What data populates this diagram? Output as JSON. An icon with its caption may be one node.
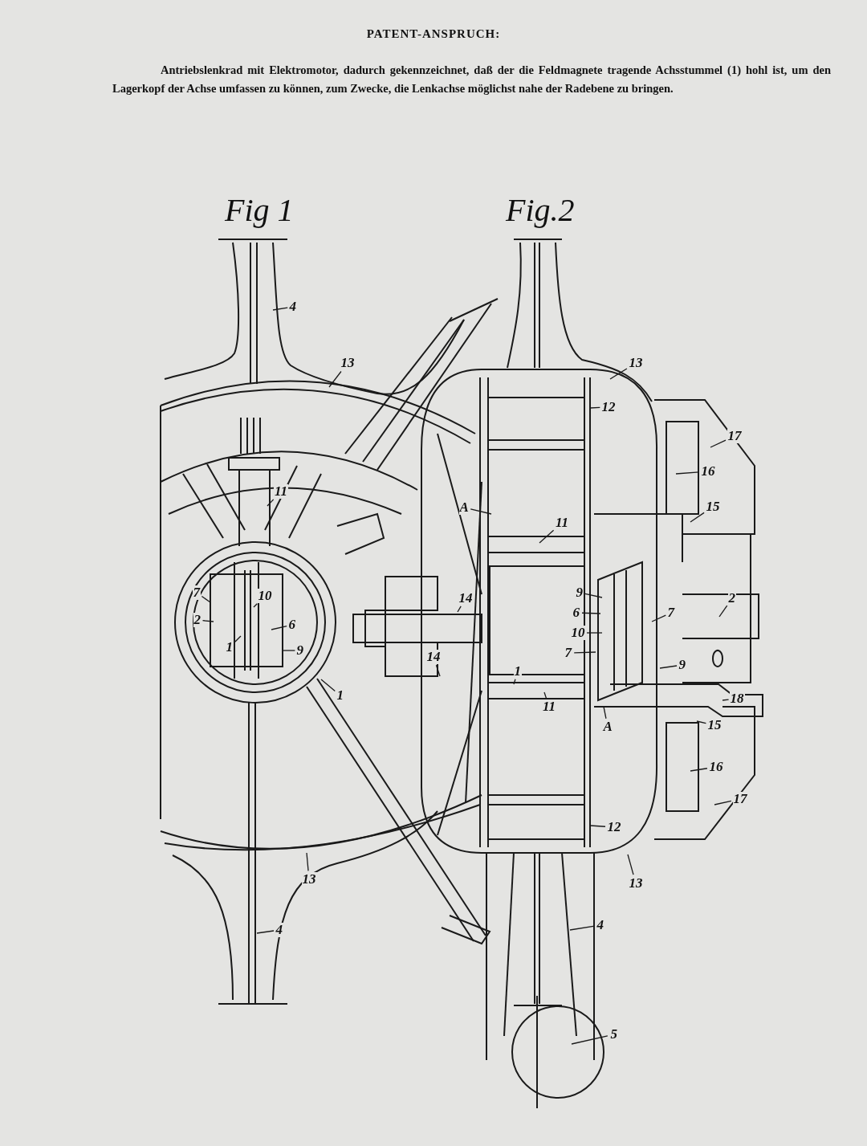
{
  "diagram": {
    "title": "PATENT-ANSPRUCH:",
    "nodes": [
      {
        "text": [
          "4"
        ]
      },
      {
        "text": [
          "13"
        ]
      },
      {
        "text": [
          "11"
        ]
      },
      {
        "text": [
          "7"
        ]
      },
      {
        "text": [
          "2"
        ]
      },
      {
        "text": [
          "1"
        ]
      },
      {
        "text": [
          "10"
        ]
      },
      {
        "text": [
          "6"
        ]
      },
      {
        "text": [
          "9"
        ]
      },
      {
        "text": [
          "1"
        ]
      },
      {
        "text": [
          "13"
        ]
      },
      {
        "text": [
          "4"
        ]
      },
      {
        "text": [
          "13"
        ]
      },
      {
        "text": [
          "12"
        ]
      },
      {
        "text": [
          "17"
        ]
      },
      {
        "text": [
          "16"
        ]
      },
      {
        "text": [
          "15"
        ]
      },
      {
        "text": [
          "A"
        ]
      },
      {
        "text": [
          "11"
        ]
      },
      {
        "text": [
          "14"
        ]
      },
      {
        "text": [
          "9"
        ]
      },
      {
        "text": [
          "7"
        ]
      },
      {
        "text": [
          "2"
        ]
      },
      {
        "text": [
          "6"
        ]
      },
      {
        "text": [
          "10"
        ]
      },
      {
        "text": [
          "7"
        ]
      },
      {
        "text": [
          "1"
        ]
      },
      {
        "text": [
          "9"
        ]
      },
      {
        "text": [
          "14"
        ]
      },
      {
        "text": [
          "11"
        ]
      },
      {
        "text": [
          "18"
        ]
      },
      {
        "text": [
          "15"
        ]
      },
      {
        "text": [
          "A"
        ]
      },
      {
        "text": [
          "16"
        ]
      },
      {
        "text": [
          "17"
        ]
      },
      {
        "text": [
          "12"
        ]
      },
      {
        "text": [
          "13"
        ]
      },
      {
        "text": [
          "4"
        ]
      },
      {
        "text": [
          "5"
        ]
      }
    ],
    "edges": [
      {
        "from": 0,
        "to": null,
        "arrow": "none"
      },
      {
        "from": 1,
        "to": null,
        "arrow": "none"
      },
      {
        "from": 2,
        "to": null,
        "arrow": "none"
      },
      {
        "from": 3,
        "to": null,
        "arrow": "none"
      },
      {
        "from": 4,
        "to": null,
        "arrow": "none"
      },
      {
        "from": 5,
        "to": null,
        "arrow": "none"
      },
      {
        "from": 6,
        "to": null,
        "arrow": "none"
      },
      {
        "from": 7,
        "to": null,
        "arrow": "none"
      },
      {
        "from": 8,
        "to": null,
        "arrow": "none"
      },
      {
        "from": 9,
        "to": null,
        "arrow": "none"
      },
      {
        "from": 10,
        "to": null,
        "arrow": "none"
      },
      {
        "from": 11,
        "to": null,
        "arrow": "none"
      },
      {
        "from": 12,
        "to": null,
        "arrow": "none"
      },
      {
        "from": 13,
        "to": null,
        "arrow": "none"
      },
      {
        "from": 14,
        "to": null,
        "arrow": "none"
      },
      {
        "from": 15,
        "to": null,
        "arrow": "none"
      },
      {
        "from": 16,
        "to": null,
        "arrow": "none"
      },
      {
        "from": 17,
        "to": null,
        "arrow": "none"
      },
      {
        "from": 18,
        "to": null,
        "arrow": "none"
      },
      {
        "from": 19,
        "to": null,
        "arrow": "none"
      },
      {
        "from": 20,
        "to": null,
        "arrow": "none"
      },
      {
        "from": 21,
        "to": null,
        "arrow": "none"
      },
      {
        "from": 22,
        "to": null,
        "arrow": "none"
      },
      {
        "from": 23,
        "to": null,
        "arrow": "none"
      },
      {
        "from": 24,
        "to": null,
        "arrow": "none"
      },
      {
        "from": 25,
        "to": null,
        "arrow": "none"
      },
      {
        "from": 26,
        "to": null,
        "arrow": "none"
      },
      {
        "from": 27,
        "to": null,
        "arrow": "none"
      },
      {
        "from": 28,
        "to": null,
        "arrow": "none"
      },
      {
        "from": 29,
        "to": null,
        "arrow": "none"
      },
      {
        "from": 30,
        "to": null,
        "arrow": "none"
      },
      {
        "from": 31,
        "to": null,
        "arrow": "none"
      },
      {
        "from": 32,
        "to": null,
        "arrow": "none"
      },
      {
        "from": 33,
        "to": null,
        "arrow": "none"
      },
      {
        "from": 34,
        "to": null,
        "arrow": "none"
      },
      {
        "from": 35,
        "to": null,
        "arrow": "none"
      },
      {
        "from": 36,
        "to": null,
        "arrow": "none"
      },
      {
        "from": 37,
        "to": null,
        "arrow": "none"
      },
      {
        "from": 38,
        "to": null,
        "arrow": "none"
      }
    ],
    "labels": [
      "Antriebslenkrad mit Elektromotor, dadurch gekennzeichnet, daß der die Feldmagnete tragende Achsstummel (1) hohl ist, um den Lagerkopf der Achse umfassen zu können, zum Zwecke, die Lenkachse möglichst nahe der Radebene zu bringen.",
      "Fig 1",
      "Fig.2"
    ]
  }
}
